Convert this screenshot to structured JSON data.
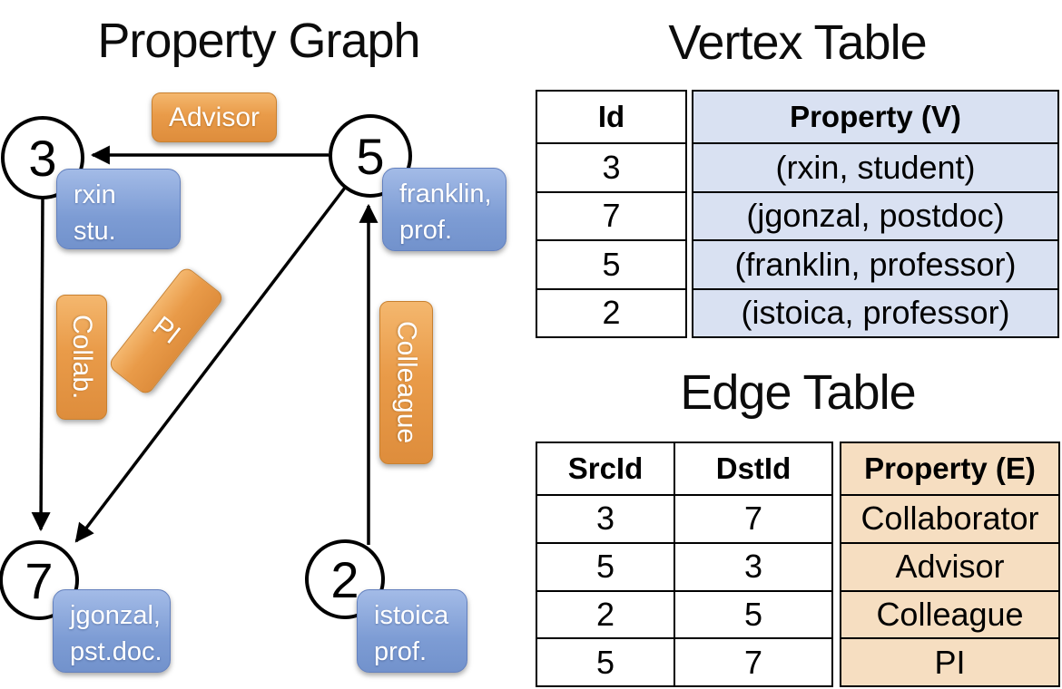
{
  "graph": {
    "title": "Property Graph",
    "nodes": [
      {
        "id": "3",
        "label1": "rxin",
        "label2": "stu."
      },
      {
        "id": "5",
        "label1": "franklin,",
        "label2": "prof."
      },
      {
        "id": "7",
        "label1": "jgonzal,",
        "label2": "pst.doc."
      },
      {
        "id": "2",
        "label1": "istoica",
        "label2": "prof."
      }
    ],
    "edge_labels": {
      "advisor": "Advisor",
      "collab": "Collab.",
      "pi": "PI",
      "colleague": "Colleague"
    }
  },
  "vertex_table": {
    "title": "Vertex Table",
    "columns": {
      "id": "Id",
      "property": "Property (V)"
    },
    "rows": [
      {
        "id": "3",
        "property": "(rxin, student)"
      },
      {
        "id": "7",
        "property": "(jgonzal, postdoc)"
      },
      {
        "id": "5",
        "property": "(franklin, professor)"
      },
      {
        "id": "2",
        "property": "(istoica, professor)"
      }
    ]
  },
  "edge_table": {
    "title": "Edge Table",
    "columns": {
      "src": "SrcId",
      "dst": "DstId",
      "property": "Property (E)"
    },
    "rows": [
      {
        "src": "3",
        "dst": "7",
        "property": "Collaborator"
      },
      {
        "src": "5",
        "dst": "3",
        "property": "Advisor"
      },
      {
        "src": "2",
        "dst": "5",
        "property": "Colleague"
      },
      {
        "src": "5",
        "dst": "7",
        "property": "PI"
      }
    ]
  },
  "colors": {
    "edge_label_orange": "#e99b49",
    "vertex_label_blue": "#7d9cd4",
    "vertex_property_column_bg": "#d9e1f2",
    "edge_property_column_bg": "#f6dec1",
    "line_color": "#000000"
  }
}
